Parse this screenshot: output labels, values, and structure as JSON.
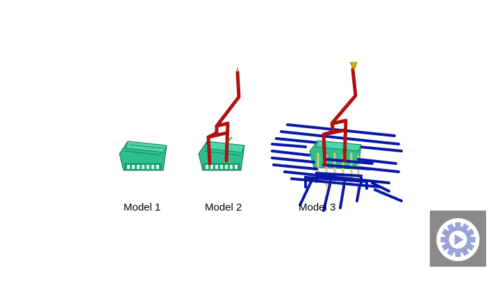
{
  "models": [
    {
      "label": "Model 1"
    },
    {
      "label": "Model 2"
    },
    {
      "label": "Model 3"
    }
  ],
  "colors": {
    "part": "#2ebf8e",
    "part_edge": "#0f6e4a",
    "runner": "#b01010",
    "sprue_tip": "#c8b400",
    "cooling": "#0a18a8",
    "baffle": "#d8d070",
    "widget_bg": "#8a8a8a",
    "widget_gear": "#9aa3d8"
  },
  "widget": {
    "icon": "gear-play-icon"
  }
}
